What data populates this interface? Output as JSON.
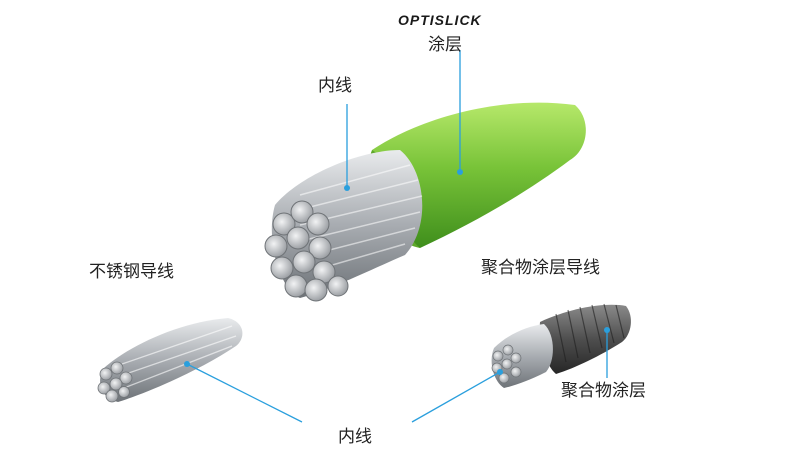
{
  "brand": {
    "logo_text": "OPTISLICK"
  },
  "labels": {
    "coating": "涂层",
    "inner_wire_top": "内线",
    "stainless_cable": "不锈钢导线",
    "polymer_cable": "聚合物涂层导线",
    "polymer_coating": "聚合物涂层",
    "inner_wire_bottom": "内线"
  },
  "colors": {
    "leader_line": "#2a9fdd",
    "green_coating": "#7ecb3c",
    "steel": "#b4b8bc",
    "polymer_dark": "#4a4a4a",
    "text": "#222222"
  }
}
